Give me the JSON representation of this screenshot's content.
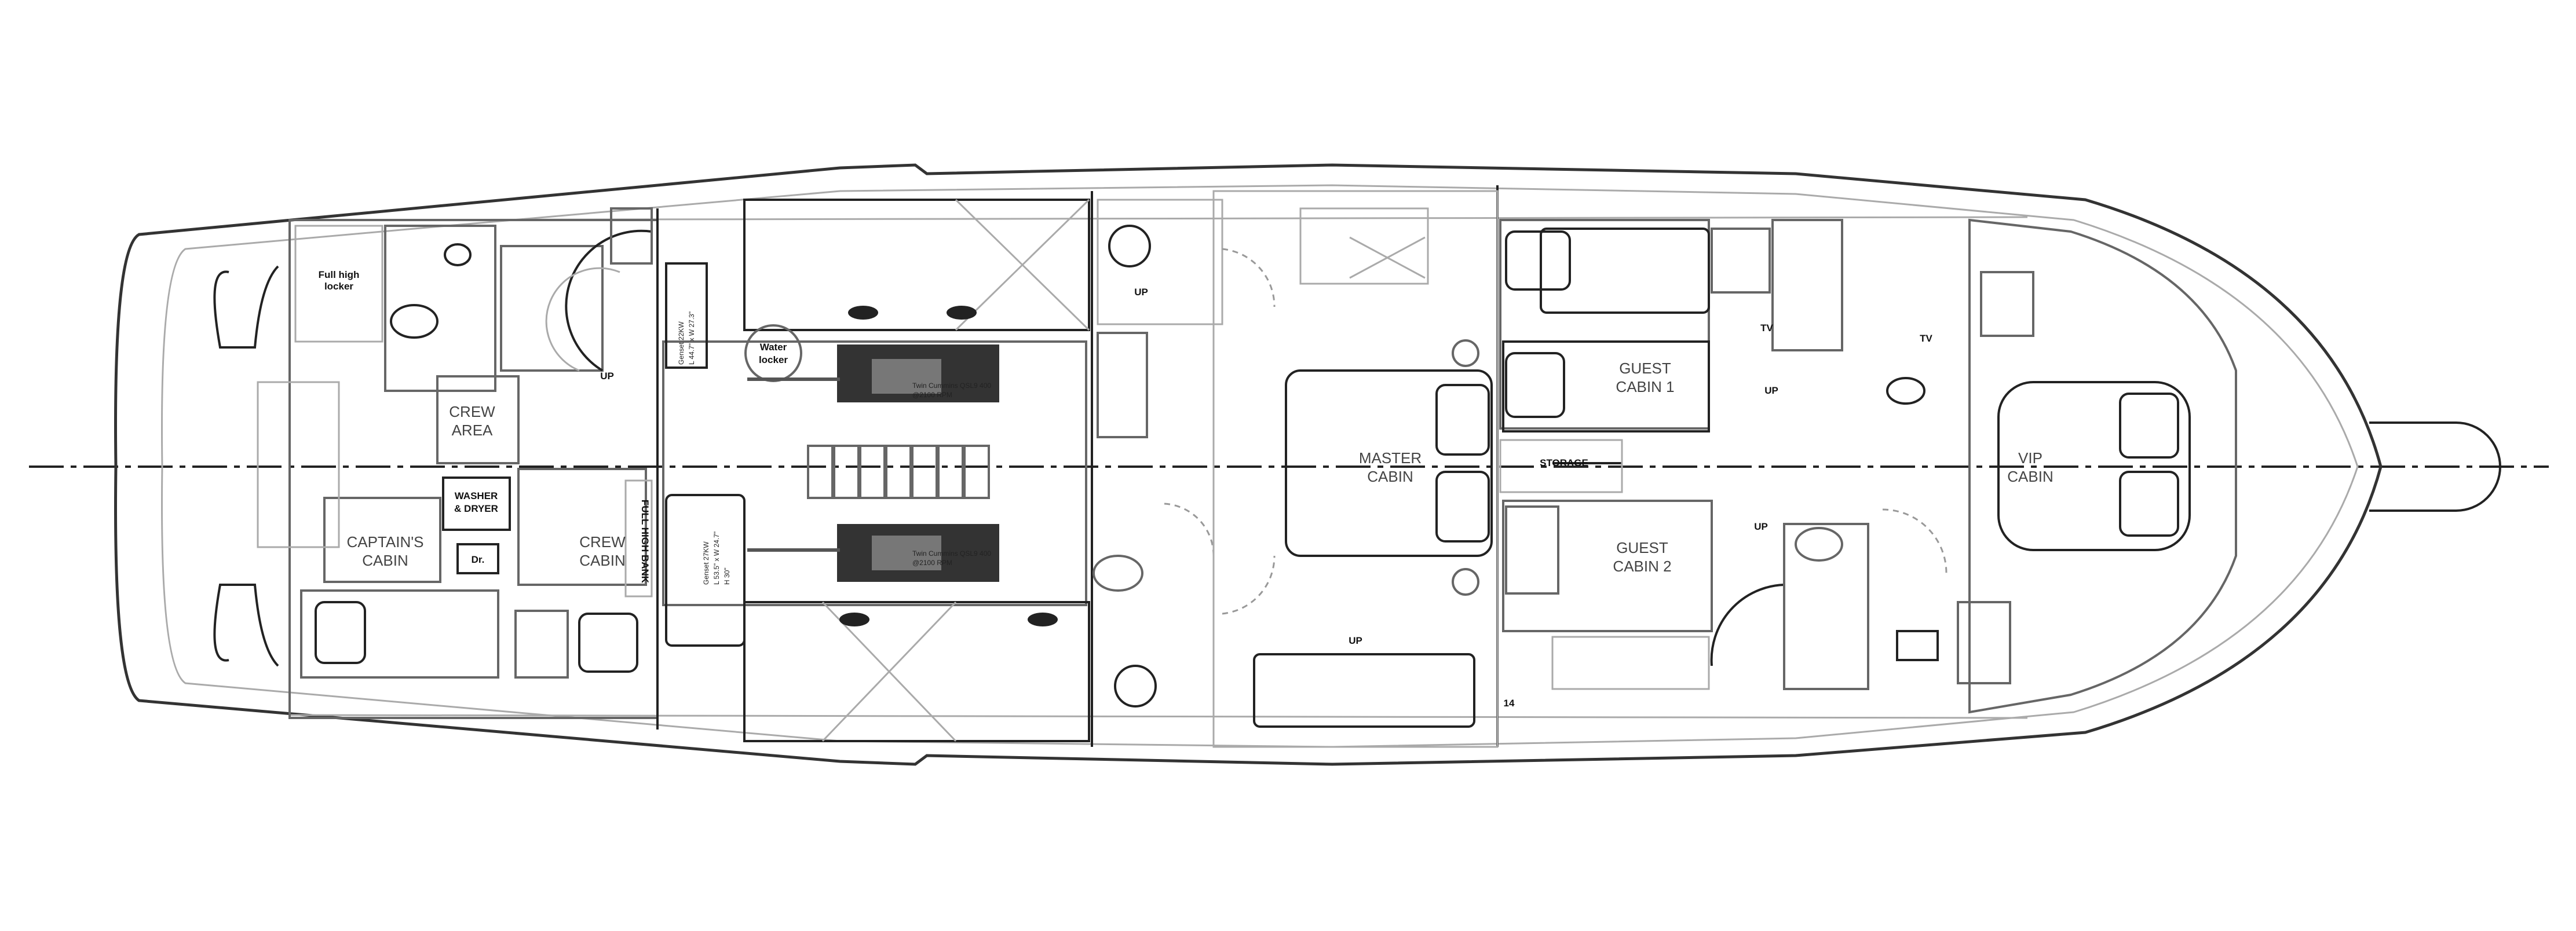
{
  "rooms": {
    "full_high_locker": [
      "Full high",
      "locker"
    ],
    "crew_area": [
      "CREW",
      "AREA"
    ],
    "washer_dryer": [
      "WASHER",
      "& DRYER"
    ],
    "captains_cabin": [
      "CAPTAIN'S",
      "CABIN"
    ],
    "crew_cabin": [
      "CREW",
      "CABIN"
    ],
    "dryer_abbrev": "Dr.",
    "full_high_bank": "FULL HIGH BANK",
    "water_locker": [
      "Water",
      "locker"
    ],
    "master_cabin": [
      "MASTER",
      "CABIN"
    ],
    "storage": "STORAGE",
    "guest_cabin_1": [
      "GUEST",
      "CABIN 1"
    ],
    "guest_cabin_2": [
      "GUEST",
      "CABIN 2"
    ],
    "vip_cabin": [
      "VIP",
      "CABIN"
    ]
  },
  "stairs": {
    "up_label": "UP"
  },
  "equipment": {
    "engine_top": [
      "Twin Cummins QSL9 400",
      "@2100 RPM"
    ],
    "engine_bottom": [
      "Twin Cummins QSL9 400",
      "@2100 RPM"
    ],
    "genset_top": [
      "Genset 22KW",
      "L 44.7\" x W 27.3\""
    ],
    "genset_bottom": [
      "Genset 27KW",
      "L 53.5\" x W 24.7\"",
      "H 30\""
    ]
  },
  "markers": {
    "tv": "TV",
    "frame_ref": "14"
  },
  "colors": {
    "hull": "#333333",
    "walls": "#666666",
    "light": "#aaaaaa",
    "centerline": "#222222"
  }
}
